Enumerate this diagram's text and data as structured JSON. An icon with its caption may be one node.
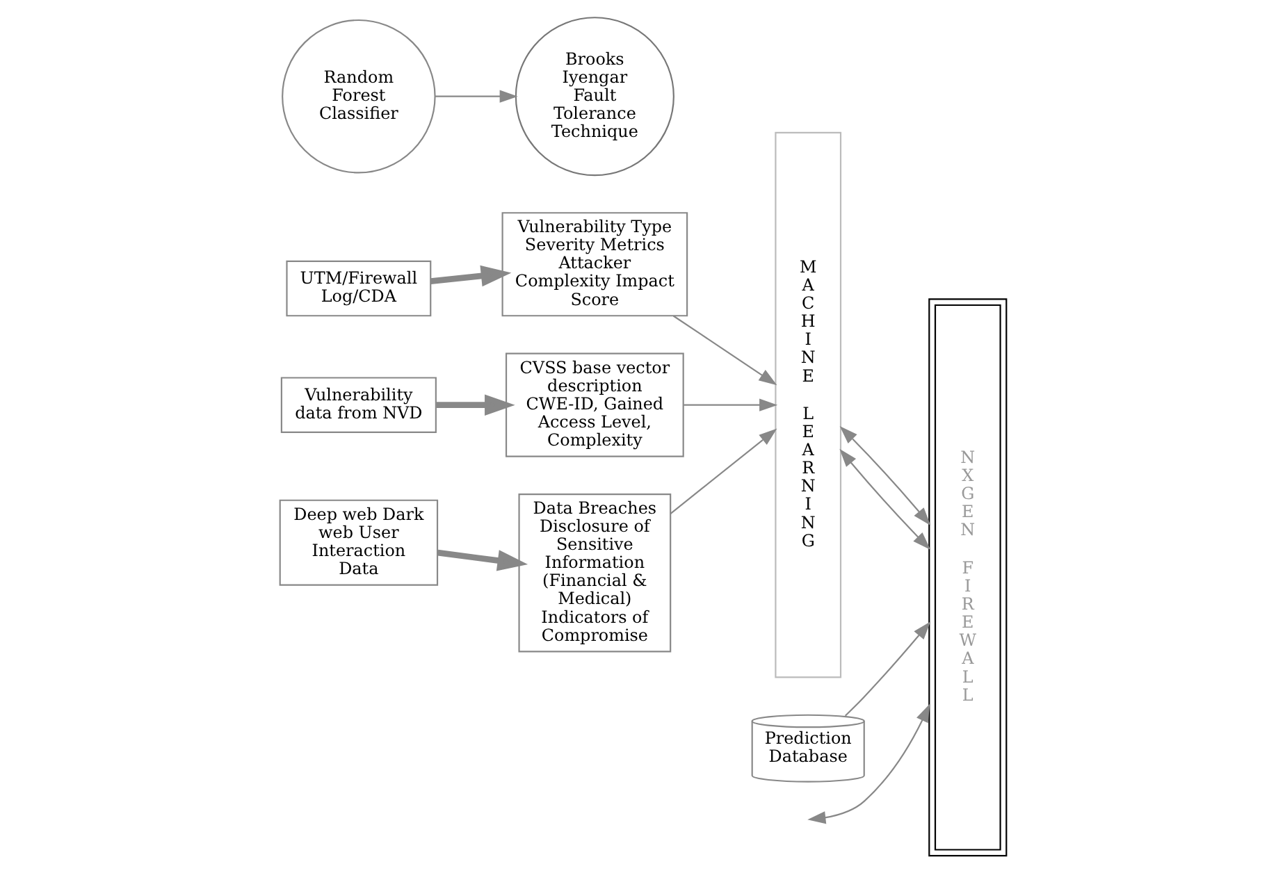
{
  "diagram": {
    "nodes": [
      {
        "text": [
          "UTM/Firewall Log/CDA"
        ]
      },
      {
        "text": [
          "Vulnerability Type Severity Metrics Attacker Complexity Impact Score"
        ]
      },
      {
        "text": [
          "Vulnerability data from NVD"
        ]
      },
      {
        "text": [
          "CVSS base vector description CWE-ID, Gained Access Level, Complexity"
        ]
      },
      {
        "text": [
          "Deep web Dark web User Interaction Data"
        ]
      },
      {
        "text": [
          "Data Breaches Disclosure of Sensitive Information (Financial & Medical) Indicators of Compromise"
        ]
      },
      {
        "text": [
          "MACHINE LEARNING"
        ]
      },
      {
        "text": [
          "Random Forest Classifier"
        ]
      },
      {
        "text": [
          "Prediction Database"
        ]
      },
      {
        "text": [
          "Brooks Iyengar Fault Tolerance Technique"
        ]
      },
      {
        "text": [
          "NXGEN FIREWALL"
        ]
      }
    ],
    "edges": [
      {
        "from": 0,
        "to": 1,
        "arrow": "to",
        "style": "thick"
      },
      {
        "from": 2,
        "to": 3,
        "arrow": "to",
        "style": "thick"
      },
      {
        "from": 4,
        "to": 5,
        "arrow": "to",
        "style": "thick"
      },
      {
        "from": 1,
        "to": 6,
        "arrow": "to"
      },
      {
        "from": 3,
        "to": 6,
        "arrow": "to"
      },
      {
        "from": 5,
        "to": 6,
        "arrow": "to"
      },
      {
        "from": 6,
        "to": 10,
        "arrow": "both"
      },
      {
        "from": null,
        "to": 10,
        "arrow": "both"
      },
      {
        "from": 7,
        "to": 9,
        "arrow": "to"
      },
      {
        "from": 8,
        "to": 10,
        "arrow": "to"
      },
      {
        "from": 6,
        "to": 10,
        "arrow": "both"
      }
    ]
  }
}
